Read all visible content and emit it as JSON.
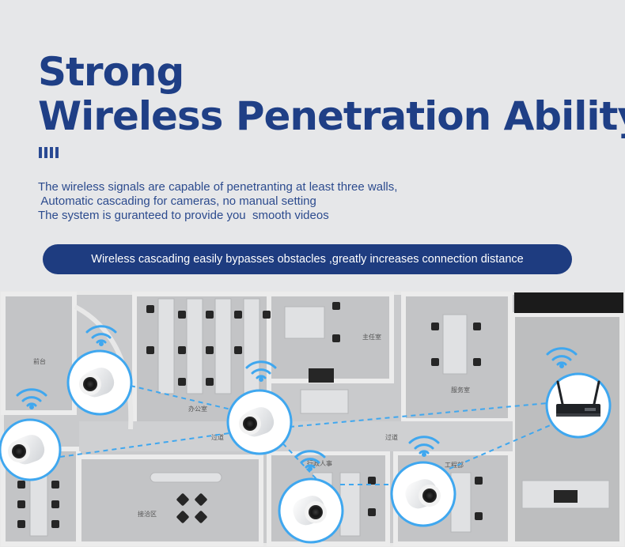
{
  "headline": {
    "line1": "Strong",
    "line2": "Wireless Penetration Ability"
  },
  "description": {
    "line1": "The wireless signals are capable of penetranting at least three walls,",
    "line2": " Automatic cascading for cameras, no manual setting",
    "line3": "The system is guranteed to provide you  smooth videos"
  },
  "banner": {
    "text": "Wireless cascading easily bypasses obstacles ,greatly increases connection distance"
  },
  "floorplan": {
    "room_labels": [
      "前台",
      "办公室",
      "主任室",
      "服务室",
      "过道",
      "过道",
      "行政人事",
      "工程部",
      "接洽区"
    ]
  },
  "colors": {
    "title": "#1f3f86",
    "banner_bg": "#1e3c80",
    "link": "#3fa7ef",
    "node_ring": "#3fa7ef"
  },
  "icons": [
    "wifi-icon",
    "camera-icon",
    "nvr-icon"
  ]
}
